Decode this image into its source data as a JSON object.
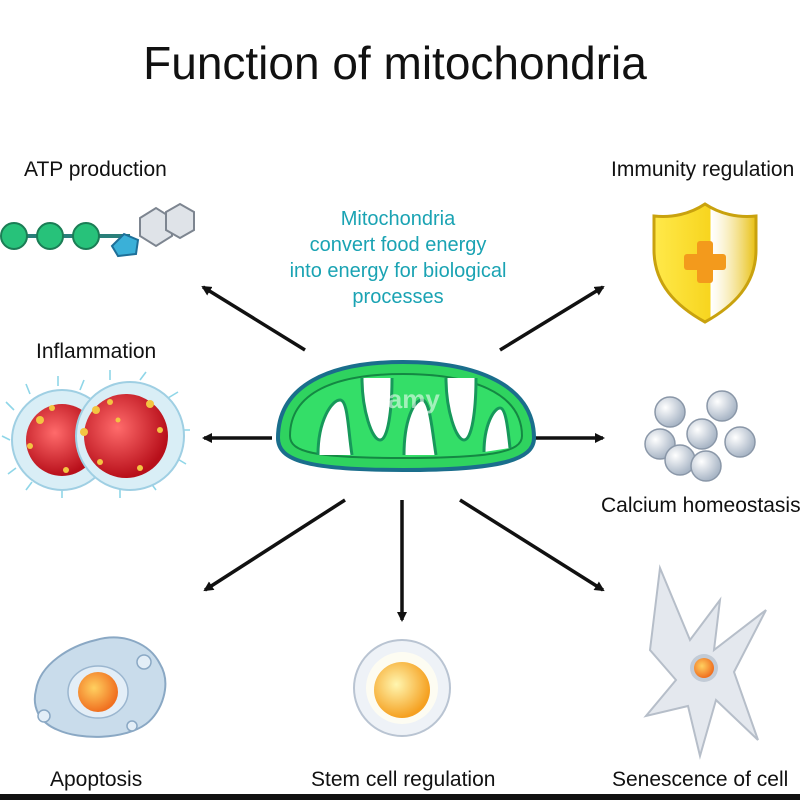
{
  "title": "Function of mitochondria",
  "center_text": [
    "Mitochondria",
    "convert food energy",
    "into energy for biological",
    "processes"
  ],
  "watermark": "alamy",
  "functions": {
    "atp_production": "ATP production",
    "immunity_regulation": "Immunity regulation",
    "inflammation": "Inflammation",
    "calcium_homeostasis": "Calcium homeostasis",
    "apoptosis": "Apoptosis",
    "stem_cell_regulation": "Stem cell regulation",
    "senescence_of_cell": "Senescence of cell"
  },
  "colors": {
    "mitochondria_fill": "#2fd35f",
    "mitochondria_outline": "#1a6e8c",
    "text_accent": "#1aa3b3",
    "arrow": "#111111"
  }
}
